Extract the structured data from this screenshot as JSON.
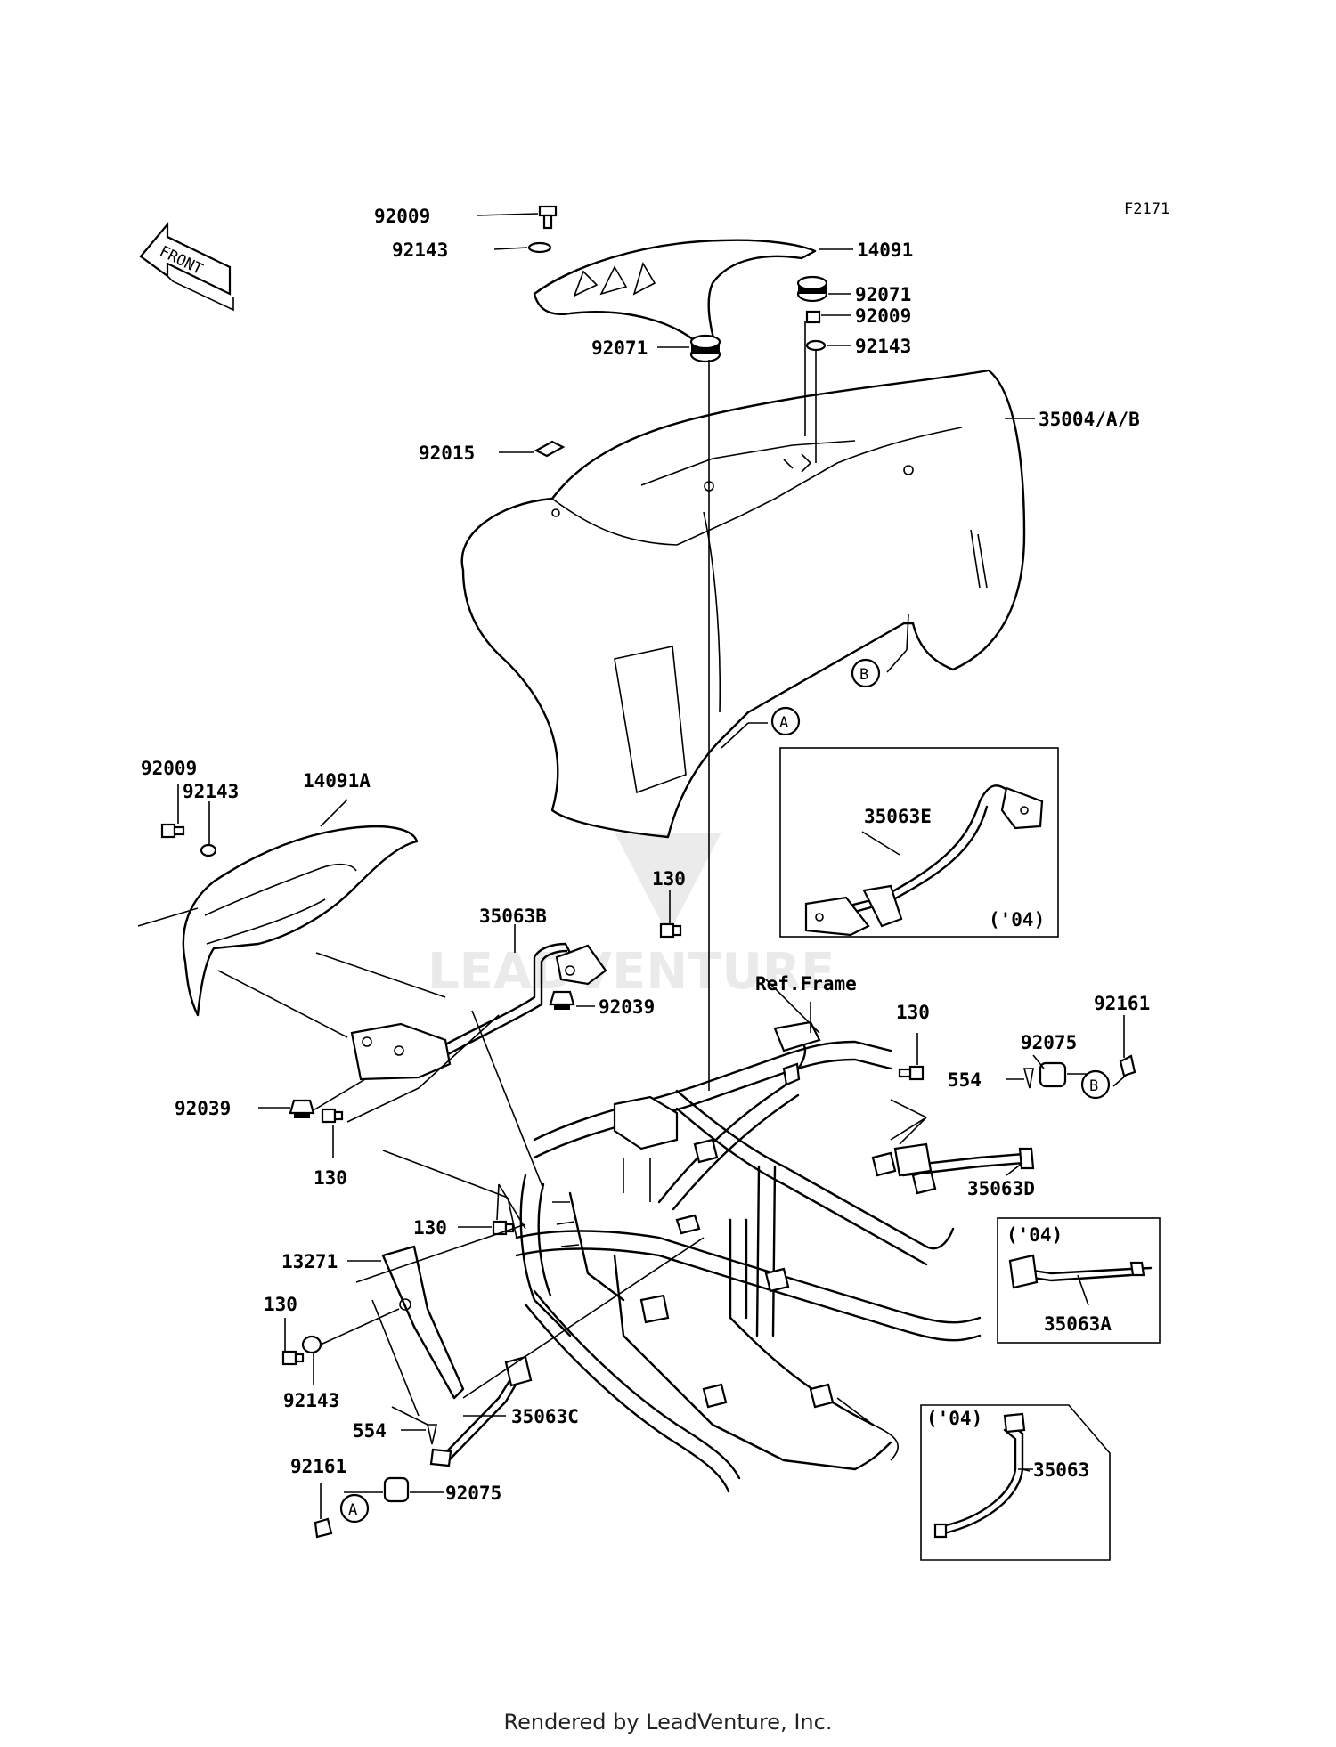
{
  "figure_code": "F2171",
  "front_arrow_text": "FRONT",
  "watermark_text": "LEADVENTURE",
  "footer": "Rendered by LeadVenture, Inc.",
  "callouts": {
    "a": "A",
    "b": "B"
  },
  "labels": {
    "p92009_top": "92009",
    "p92143_top": "92143",
    "p14091": "14091",
    "p92071_r": "92071",
    "p92009_r": "92009",
    "p92143_r": "92143",
    "p92071_l": "92071",
    "p35004": "35004/A/B",
    "p92015": "92015",
    "p92009_left": "92009",
    "p92143_left": "92143",
    "p14091A": "14091A",
    "p35063B": "35063B",
    "p130_a": "130",
    "p92039_a": "92039",
    "p35063E": "35063E",
    "p04_e": "('04)",
    "ref_frame": "Ref.Frame",
    "p130_b": "130",
    "p92161_r": "92161",
    "p92075_r": "92075",
    "p554_r": "554",
    "p35063D": "35063D",
    "p92039_b": "92039",
    "p130_c": "130",
    "p130_d": "130",
    "p13271": "13271",
    "p04_a": "('04)",
    "p35063A": "35063A",
    "p130_e": "130",
    "p92143_b": "92143",
    "p554_l": "554",
    "p35063C": "35063C",
    "p92161_l": "92161",
    "p92075_l": "92075",
    "p04_plain": "('04)",
    "p35063": "35063"
  }
}
